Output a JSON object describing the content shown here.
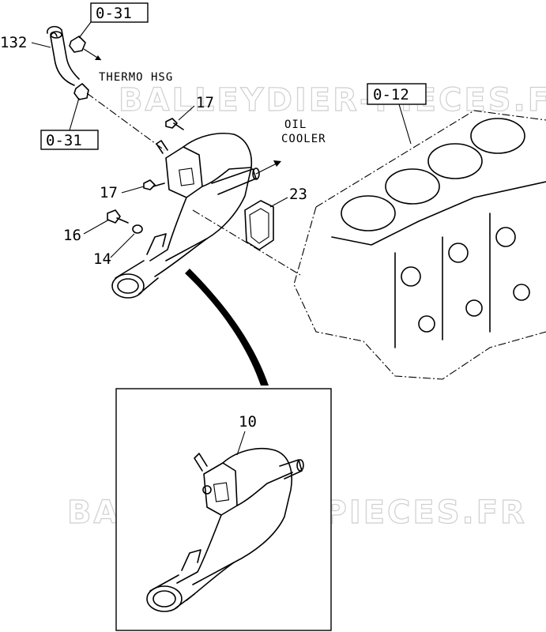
{
  "refs": {
    "ref_top": "0-31",
    "ref_left": "0-31",
    "ref_block": "0-12"
  },
  "callouts": {
    "c132": "132",
    "c17a": "17",
    "c17b": "17",
    "c23": "23",
    "c16": "16",
    "c14": "14",
    "c10": "10"
  },
  "notes": {
    "thermo_line1": "THERMO HSG",
    "oil_line1": "OIL",
    "oil_line2": "COOLER"
  },
  "watermark": {
    "text": "BALLEYDIER-PIECES.FR"
  }
}
